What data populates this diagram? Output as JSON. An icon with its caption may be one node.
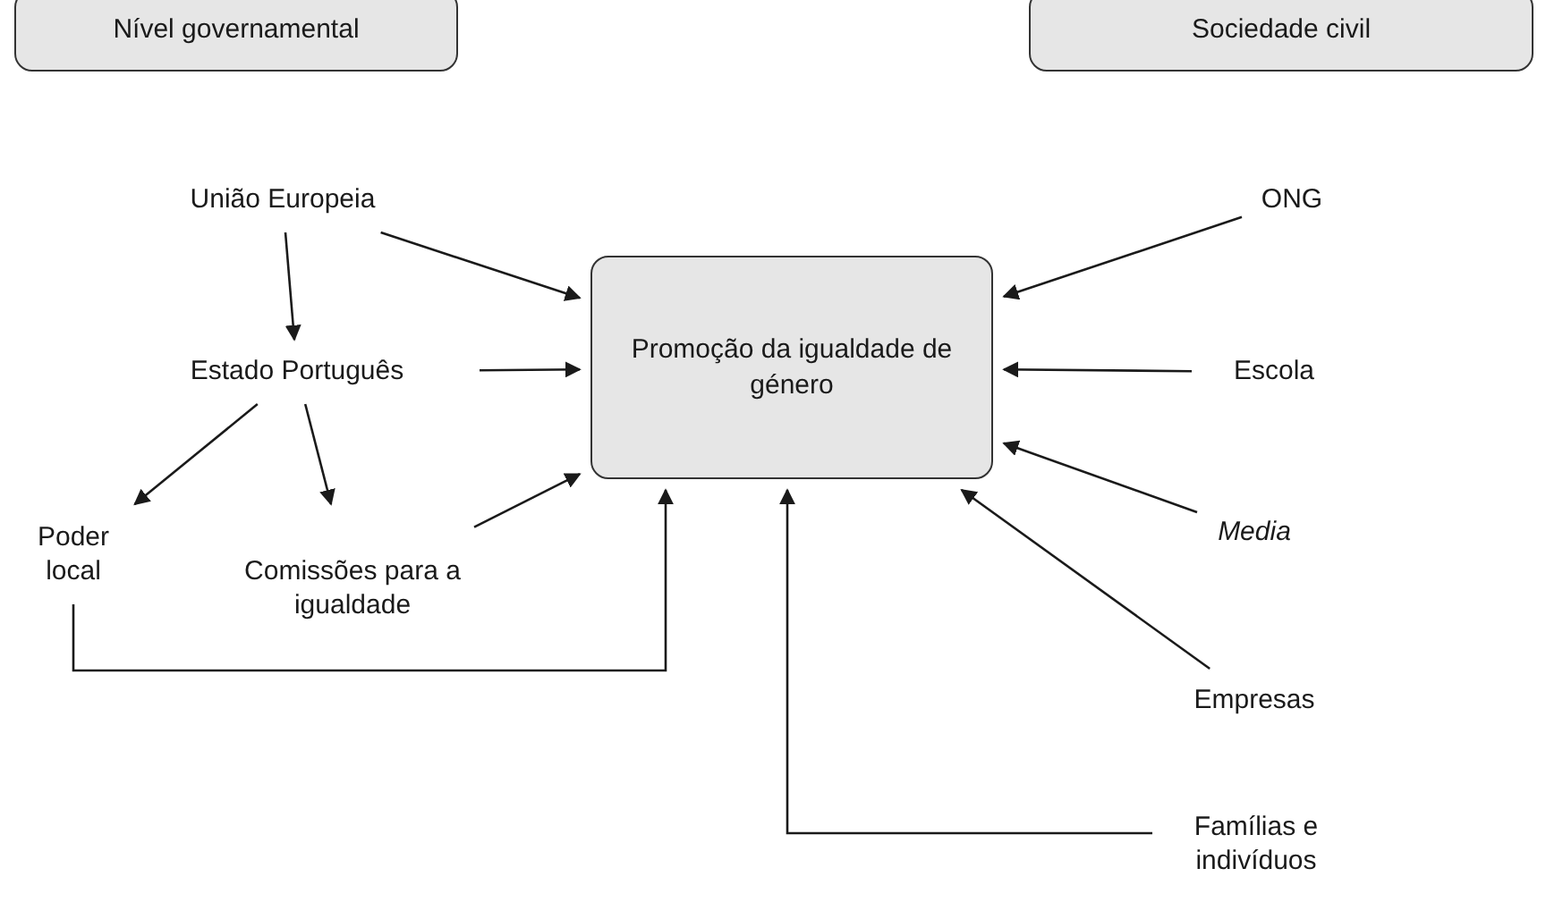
{
  "diagram": {
    "nodes": [
      {
        "text": [
          "Nível governamental"
        ]
      },
      {
        "text": [
          "Sociedade civil"
        ]
      },
      {
        "text": [
          "União Europeia"
        ]
      },
      {
        "text": [
          "Estado Português"
        ]
      },
      {
        "text": [
          "Poder local"
        ]
      },
      {
        "text": [
          "Comissões para a igualdade"
        ]
      },
      {
        "text": [
          "Promoção da igualdade de género"
        ]
      },
      {
        "text": [
          "ONG"
        ]
      },
      {
        "text": [
          "Escola"
        ]
      },
      {
        "text": [
          "Media"
        ]
      },
      {
        "text": [
          "Empresas"
        ]
      },
      {
        "text": [
          "Famílias e indivíduos"
        ]
      }
    ],
    "edges": [
      {
        "from": 2,
        "to": 6,
        "arrow": "to"
      },
      {
        "from": 2,
        "to": 3,
        "arrow": "to"
      },
      {
        "from": 3,
        "to": 6,
        "arrow": "to"
      },
      {
        "from": 3,
        "to": 4,
        "arrow": "to"
      },
      {
        "from": 3,
        "to": 5,
        "arrow": "to"
      },
      {
        "from": 5,
        "to": 6,
        "arrow": "to"
      },
      {
        "from": 4,
        "to": 6,
        "arrow": "to"
      },
      {
        "from": 7,
        "to": 6,
        "arrow": "to"
      },
      {
        "from": 8,
        "to": 6,
        "arrow": "to"
      },
      {
        "from": 9,
        "to": 6,
        "arrow": "to"
      },
      {
        "from": 10,
        "to": 6,
        "arrow": "to"
      },
      {
        "from": 11,
        "to": 6,
        "arrow": "to"
      }
    ]
  }
}
